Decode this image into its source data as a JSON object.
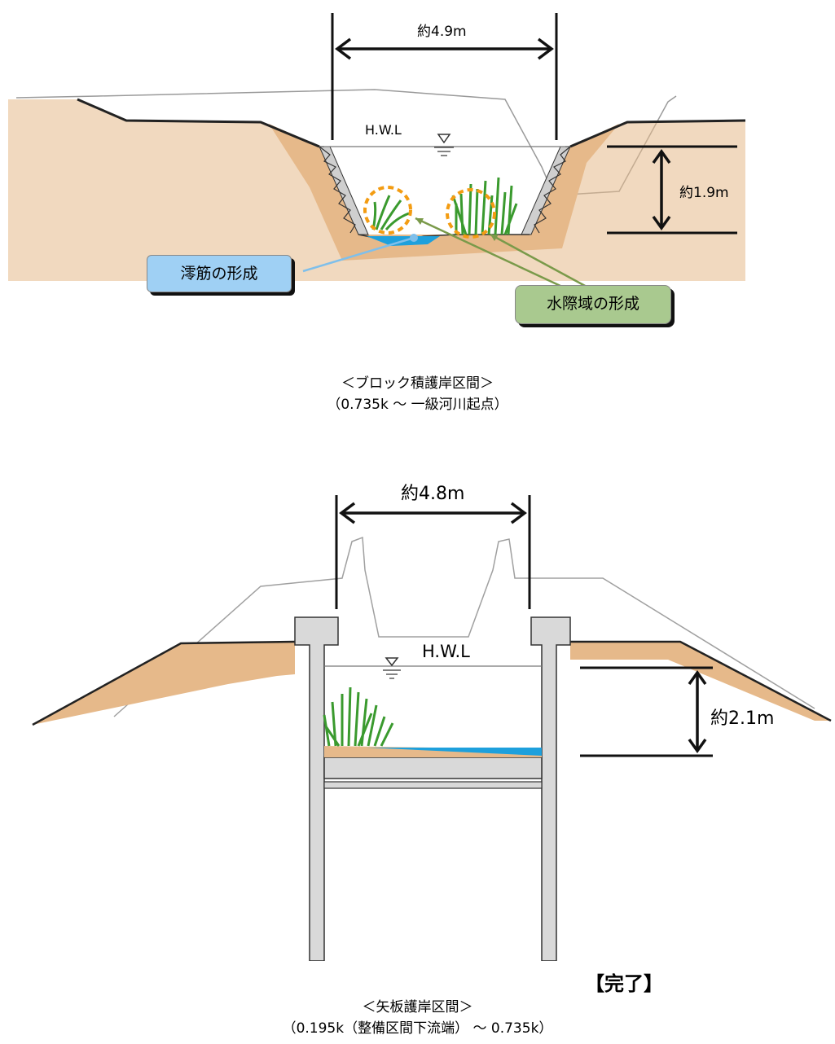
{
  "upper": {
    "width_label": "約4.9m",
    "depth_label": "約1.9m",
    "hwl_label": "H.W.L",
    "callout_low_water": "澪筋の形成",
    "callout_waterside": "水際域の形成",
    "caption_title": "＜ブロック積護岸区間＞",
    "caption_range": "（0.735k ～ 一級河川起点）"
  },
  "lower": {
    "width_label": "約4.8m",
    "depth_label": "約2.1m",
    "hwl_label": "H.W.L",
    "status": "【完了】",
    "caption_title": "＜矢板護岸区間＞",
    "caption_range": "（0.195k（整備区間下流端） ～ 0.735k）"
  },
  "colors": {
    "soil": "#e6b98a",
    "water": "#1ea0dc",
    "concrete": "#d9d9d9",
    "callout_blue": "#9fd0f4",
    "callout_green": "#a9c98f",
    "highlight_circle": "#f39c12",
    "leader_green": "#7a9a4a",
    "leader_blue": "#7fbfea"
  },
  "icons": [
    "water-level-marker-icon",
    "vegetation-icon",
    "dimension-arrow-icon"
  ]
}
